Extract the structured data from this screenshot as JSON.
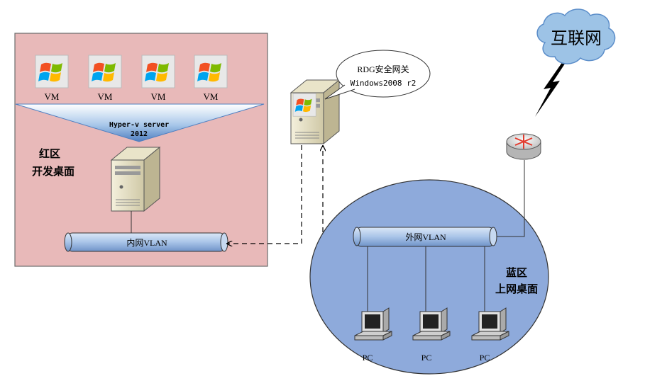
{
  "red_zone": {
    "title_line1": "红区",
    "title_line2": "开发桌面",
    "vms": [
      "VM",
      "VM",
      "VM",
      "VM"
    ],
    "hyperv_line1": "Hyper-v server",
    "hyperv_line2": "2012",
    "vlan_label": "内网VLAN"
  },
  "gateway": {
    "line1": "RDG安全网关",
    "line2": "Windows2008 r2"
  },
  "blue_zone": {
    "title_line1": "蓝区",
    "title_line2": "上网桌面",
    "vlan_label": "外网VLAN",
    "pcs": [
      "PC",
      "PC",
      "PC"
    ]
  },
  "internet": {
    "label": "互联网"
  },
  "colors": {
    "red_zone_bg": "#e8b9b9",
    "blue_zone_bg": "#8eaadb",
    "cloud": "#9dc3e6",
    "pipe": "#a9c4e8"
  }
}
